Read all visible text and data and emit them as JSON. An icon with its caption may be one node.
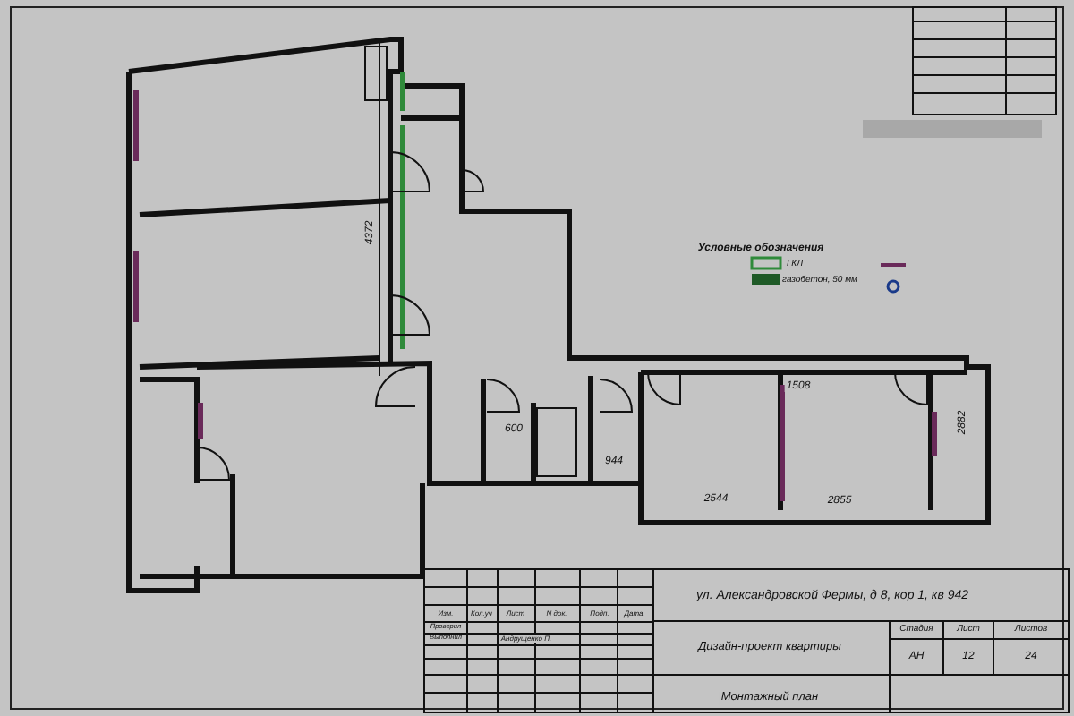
{
  "diagram": {
    "labels": [
      "4372",
      "600",
      "944",
      "1508",
      "2544",
      "2855",
      "2882",
      "Условные обозначения",
      "ГКЛ",
      "газобетон, 50 мм",
      "ул. Александровской Фермы, д 8, кор 1, кв 942",
      "Изм.",
      "Кол.уч",
      "Лист",
      "N док.",
      "Подп.",
      "Дата",
      "Проверил",
      "Выполнил",
      "Андрущенко П.",
      "Дизайн-проект квартиры",
      "Стадия",
      "Лист",
      "Листов",
      "АН",
      "12",
      "24",
      "Монтажный план"
    ]
  }
}
